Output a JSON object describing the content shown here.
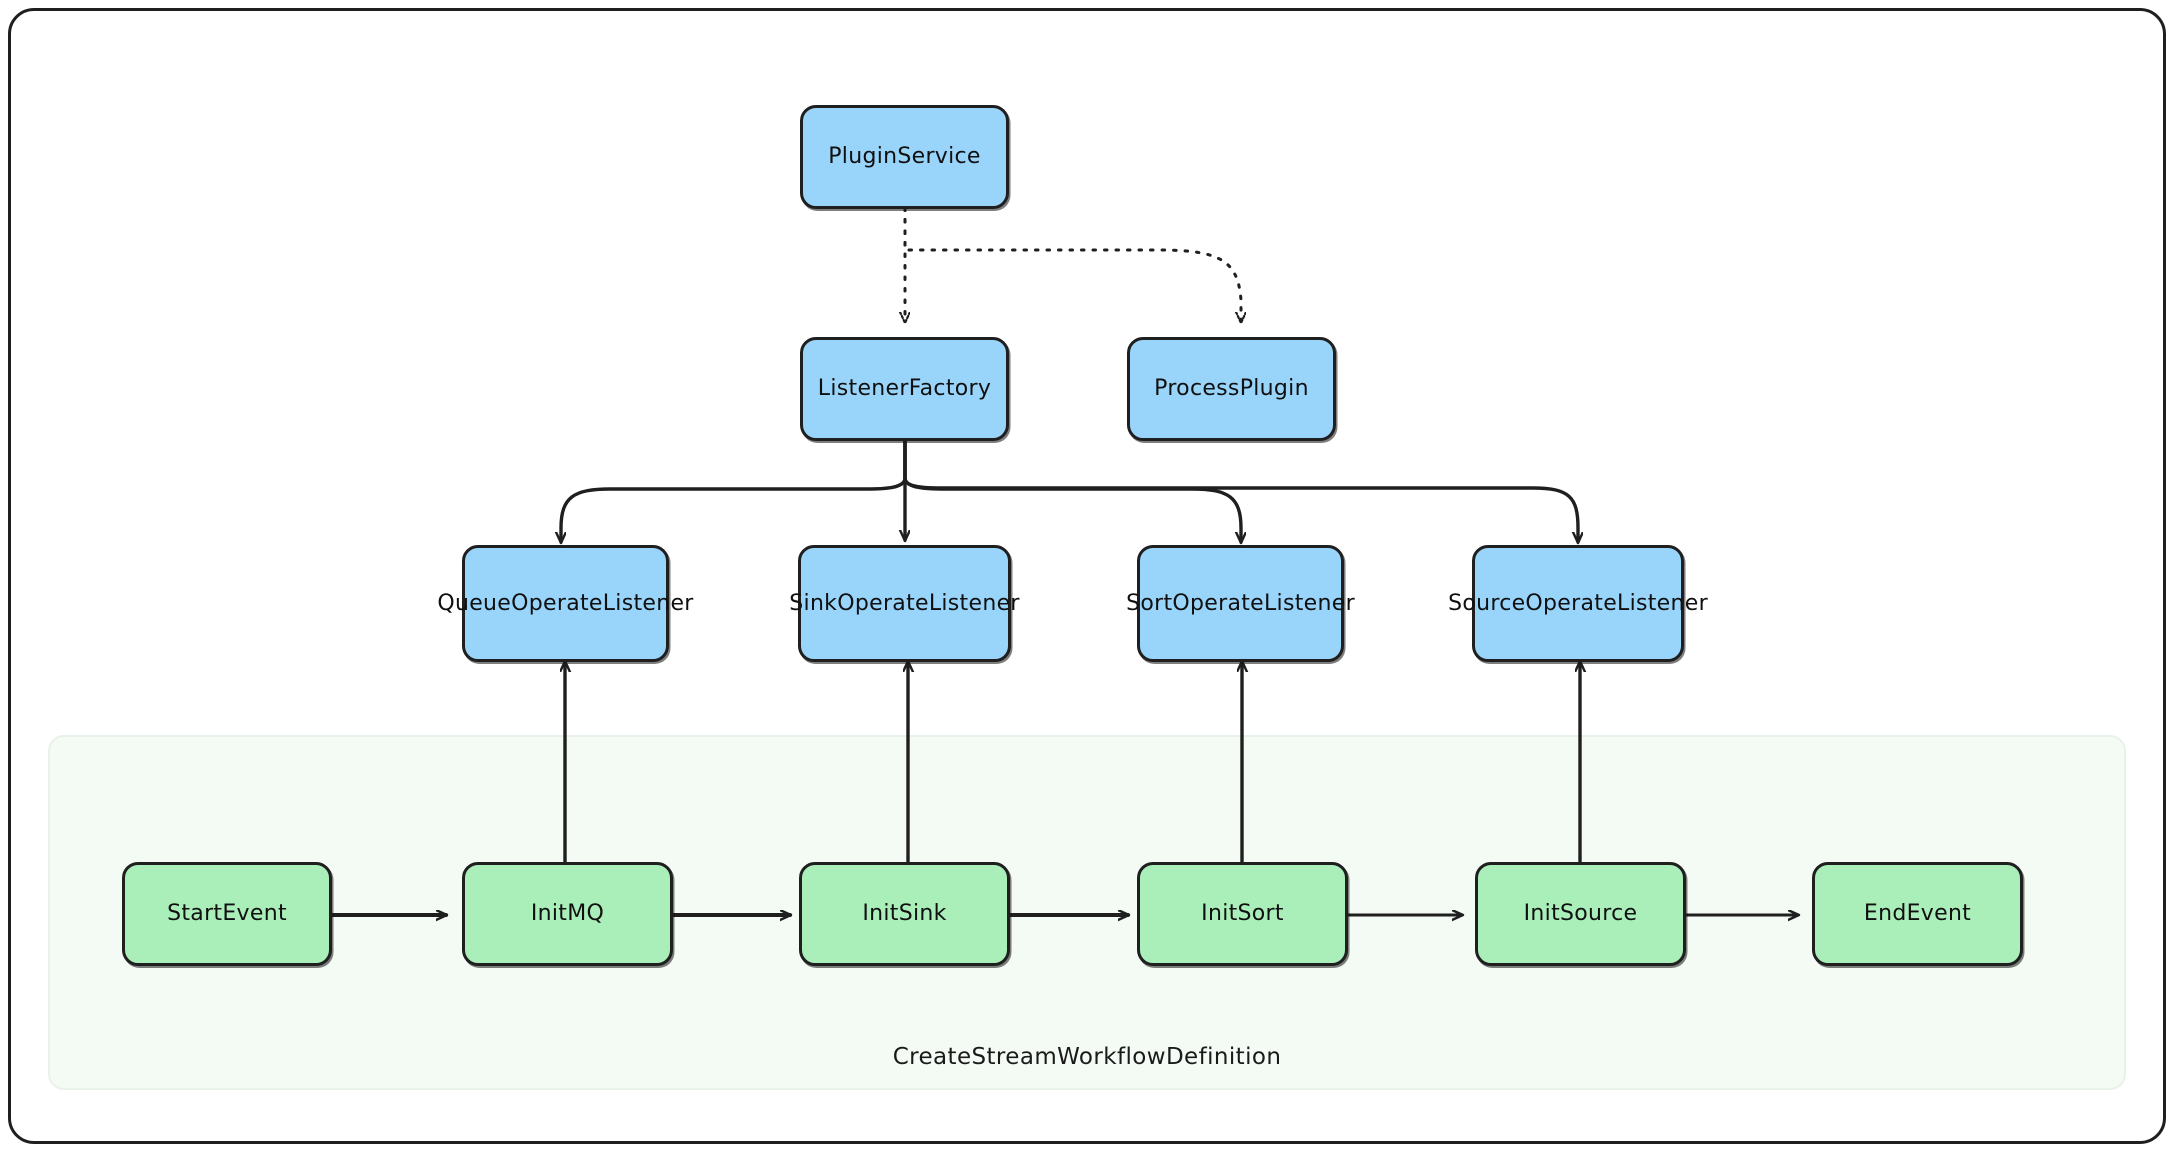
{
  "diagram": {
    "title": "CreateStreamWorkflowDefinition",
    "style": "hand-drawn-sketch",
    "colors": {
      "service_fill": "#99d5fb",
      "task_fill": "#aaeeba",
      "node_stroke": "#1f1f1f",
      "edge_stroke": "#1f1f1f",
      "subgraph_fill": "#f4fbf4",
      "subgraph_stroke": "#e8f2e8",
      "canvas": "#ffffff"
    }
  },
  "subgraph": {
    "label": "CreateStreamWorkflowDefinition"
  },
  "nodes": {
    "plugin_service": {
      "label": "PluginService",
      "kind": "service"
    },
    "listener_factory": {
      "label": "ListenerFactory",
      "kind": "service"
    },
    "process_plugin": {
      "label": "ProcessPlugin",
      "kind": "service"
    },
    "queue_operate_listener": {
      "label": "QueueOperateListener",
      "kind": "listener"
    },
    "sink_operate_listener": {
      "label": "SinkOperateListener",
      "kind": "listener"
    },
    "sort_operate_listener": {
      "label": "SortOperateListener",
      "kind": "listener"
    },
    "source_operate_listener": {
      "label": "SourceOperateListener",
      "kind": "listener"
    },
    "start_event": {
      "label": "StartEvent",
      "kind": "task"
    },
    "init_mq": {
      "label": "InitMQ",
      "kind": "task"
    },
    "init_sink": {
      "label": "InitSink",
      "kind": "task"
    },
    "init_sort": {
      "label": "InitSort",
      "kind": "task"
    },
    "init_source": {
      "label": "InitSource",
      "kind": "task"
    },
    "end_event": {
      "label": "EndEvent",
      "kind": "task"
    }
  },
  "edges": [
    {
      "from": "plugin_service",
      "to": "listener_factory",
      "style": "dotted",
      "arrow": true
    },
    {
      "from": "plugin_service",
      "to": "process_plugin",
      "style": "dotted",
      "arrow": true
    },
    {
      "from": "listener_factory",
      "to": "queue_operate_listener",
      "style": "solid",
      "arrow": true
    },
    {
      "from": "listener_factory",
      "to": "sink_operate_listener",
      "style": "solid",
      "arrow": true
    },
    {
      "from": "listener_factory",
      "to": "sort_operate_listener",
      "style": "solid",
      "arrow": true
    },
    {
      "from": "listener_factory",
      "to": "source_operate_listener",
      "style": "solid",
      "arrow": true
    },
    {
      "from": "init_mq",
      "to": "queue_operate_listener",
      "style": "solid",
      "arrow": true
    },
    {
      "from": "init_sink",
      "to": "sink_operate_listener",
      "style": "solid",
      "arrow": true
    },
    {
      "from": "init_sort",
      "to": "sort_operate_listener",
      "style": "solid",
      "arrow": true
    },
    {
      "from": "init_source",
      "to": "source_operate_listener",
      "style": "solid",
      "arrow": true
    },
    {
      "from": "start_event",
      "to": "init_mq",
      "style": "solid",
      "arrow": true
    },
    {
      "from": "init_mq",
      "to": "init_sink",
      "style": "solid",
      "arrow": true
    },
    {
      "from": "init_sink",
      "to": "init_sort",
      "style": "solid",
      "arrow": true
    },
    {
      "from": "init_sort",
      "to": "init_source",
      "style": "solid",
      "arrow": true
    },
    {
      "from": "init_source",
      "to": "end_event",
      "style": "solid",
      "arrow": true
    }
  ]
}
